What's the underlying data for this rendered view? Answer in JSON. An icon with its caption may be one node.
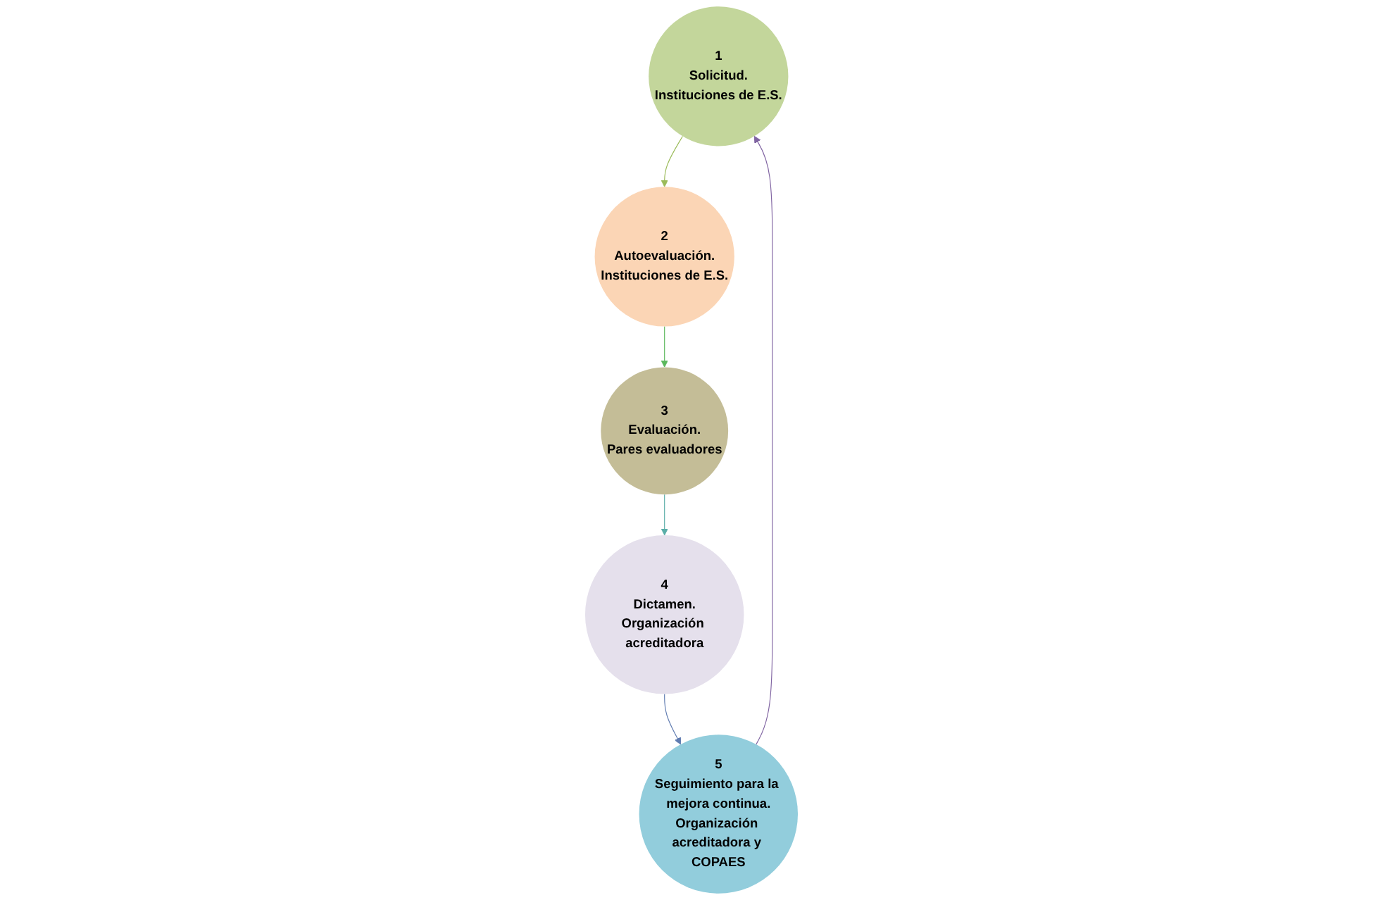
{
  "diagram": {
    "nodes": [
      {
        "text": [
          "1",
          "Solicitud.",
          "Instituciones de E.S."
        ]
      },
      {
        "text": [
          "2",
          "Autoevaluación.",
          "Instituciones de E.S."
        ]
      },
      {
        "text": [
          "3",
          "Evaluación.",
          "Pares evaluadores"
        ]
      },
      {
        "text": [
          "4",
          "Dictamen.",
          "Organización acreditadora"
        ]
      },
      {
        "text": [
          "5",
          "Seguimiento para la mejora continua.",
          "Organización acreditadora y COPAES"
        ]
      }
    ],
    "edges": [
      {
        "from": 0,
        "to": 1,
        "arrow": "to",
        "color": "#9bbb59"
      },
      {
        "from": 1,
        "to": 2,
        "arrow": "to",
        "color": "#5cb85c"
      },
      {
        "from": 2,
        "to": 3,
        "arrow": "to",
        "color": "#5aaea8"
      },
      {
        "from": 3,
        "to": 4,
        "arrow": "to",
        "color": "#5f7bb0"
      },
      {
        "from": 4,
        "to": 0,
        "arrow": "to",
        "color": "#8064a2"
      }
    ]
  }
}
